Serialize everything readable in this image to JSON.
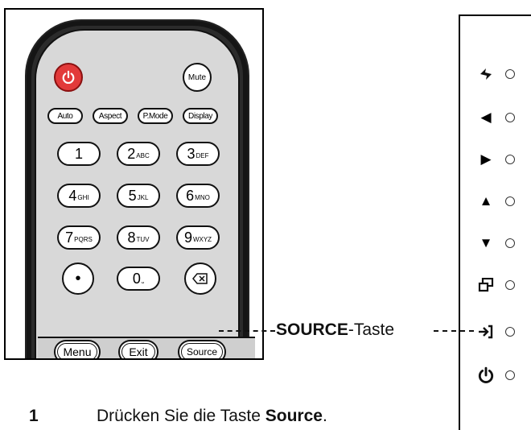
{
  "remote": {
    "power_icon": "power-icon",
    "mute_label": "Mute",
    "function_buttons": [
      "Auto",
      "Aspect",
      "P.Mode",
      "Display"
    ],
    "number_keys": [
      {
        "digit": "1",
        "letters": ""
      },
      {
        "digit": "2",
        "letters": "ABC"
      },
      {
        "digit": "3",
        "letters": "DEF"
      },
      {
        "digit": "4",
        "letters": "GHI"
      },
      {
        "digit": "5",
        "letters": "JKL"
      },
      {
        "digit": "6",
        "letters": "MNO"
      },
      {
        "digit": "7",
        "letters": "PQRS"
      },
      {
        "digit": "8",
        "letters": "TUV"
      },
      {
        "digit": "9",
        "letters": "WXYZ"
      }
    ],
    "dot_key": "•",
    "zero_key": {
      "digit": "0",
      "letters": "⎵"
    },
    "backspace_icon": "backspace-icon",
    "bottom_buttons": [
      "Menu",
      "Exit",
      "Source"
    ],
    "power_color": "#e23a3a"
  },
  "callout": {
    "bold": "SOURCE",
    "rest": "-Taste"
  },
  "side_panel": {
    "buttons": [
      {
        "icon": "auto-adjust-icon",
        "glyph": "⚡"
      },
      {
        "icon": "left-arrow-icon",
        "glyph": "◀"
      },
      {
        "icon": "right-arrow-icon",
        "glyph": "▶"
      },
      {
        "icon": "up-arrow-icon",
        "glyph": "▲"
      },
      {
        "icon": "down-arrow-icon",
        "glyph": "▼"
      },
      {
        "icon": "menu-icon",
        "glyph": "⧉"
      },
      {
        "icon": "source-input-icon",
        "glyph": "→]"
      },
      {
        "icon": "power-icon",
        "glyph": "⏻"
      }
    ]
  },
  "instruction": {
    "step": "1",
    "text_before": "Drücken Sie die Taste ",
    "text_bold": "Source",
    "text_after": "."
  }
}
